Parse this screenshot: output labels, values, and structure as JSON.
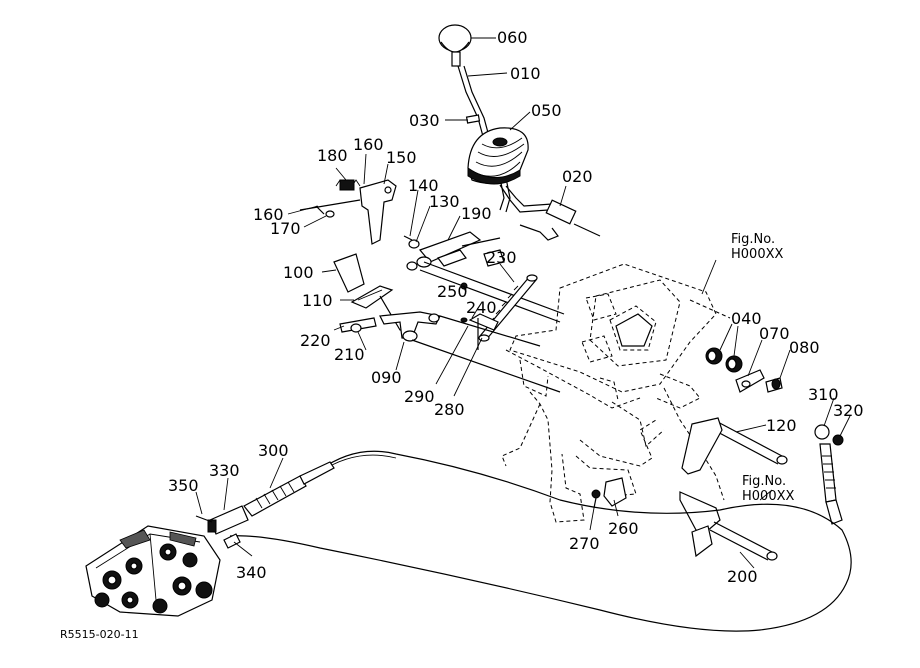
{
  "figure_code": "R5515-020-11",
  "fig_refs": [
    {
      "name": "fig-ref-upper",
      "line1": "Fig.No.",
      "line2": "H000XX"
    },
    {
      "name": "fig-ref-lower",
      "line1": "Fig.No.",
      "line2": "H000XX"
    }
  ],
  "parts": [
    {
      "id": "060"
    },
    {
      "id": "010"
    },
    {
      "id": "030"
    },
    {
      "id": "050"
    },
    {
      "id": "020"
    },
    {
      "id": "180"
    },
    {
      "id": "160a",
      "label": "160"
    },
    {
      "id": "150"
    },
    {
      "id": "160b",
      "label": "160"
    },
    {
      "id": "170"
    },
    {
      "id": "140"
    },
    {
      "id": "130"
    },
    {
      "id": "190"
    },
    {
      "id": "100"
    },
    {
      "id": "230"
    },
    {
      "id": "250"
    },
    {
      "id": "110"
    },
    {
      "id": "240"
    },
    {
      "id": "220"
    },
    {
      "id": "210"
    },
    {
      "id": "090"
    },
    {
      "id": "290"
    },
    {
      "id": "280"
    },
    {
      "id": "040"
    },
    {
      "id": "070"
    },
    {
      "id": "080"
    },
    {
      "id": "310"
    },
    {
      "id": "320"
    },
    {
      "id": "120"
    },
    {
      "id": "300"
    },
    {
      "id": "350"
    },
    {
      "id": "330"
    },
    {
      "id": "340"
    },
    {
      "id": "260"
    },
    {
      "id": "270"
    },
    {
      "id": "200"
    }
  ]
}
